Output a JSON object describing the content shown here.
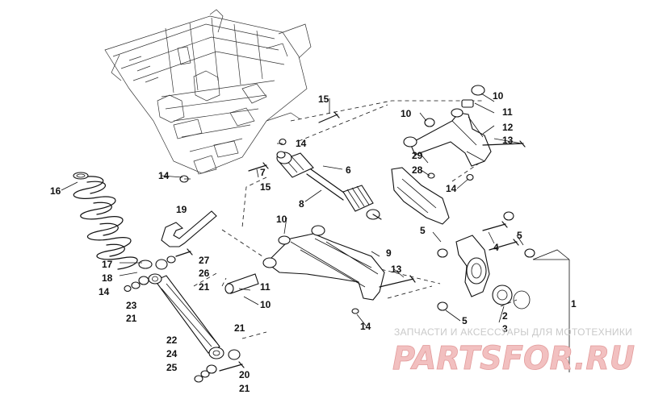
{
  "callouts": {
    "c1": "1",
    "c2": "2",
    "c3": "3",
    "c4": "4",
    "c5a": "5",
    "c5b": "5",
    "c5c": "5",
    "c6": "6",
    "c7": "7",
    "c8": "8",
    "c9": "9",
    "c10a": "10",
    "c10b": "10",
    "c10c": "10",
    "c10d": "10",
    "c11a": "11",
    "c11b": "11",
    "c12": "12",
    "c13a": "13",
    "c13b": "13",
    "c14a": "14",
    "c14b": "14",
    "c14c": "14",
    "c14d": "14",
    "c14e": "14",
    "c15a": "15",
    "c15b": "15",
    "c16": "16",
    "c17": "17",
    "c18": "18",
    "c19": "19",
    "c20": "20",
    "c21a": "21",
    "c21b": "21",
    "c21c": "21",
    "c21d": "21",
    "c22": "22",
    "c23": "23",
    "c24": "24",
    "c25": "25",
    "c26": "26",
    "c27": "27",
    "c28": "28",
    "c29": "29"
  },
  "watermark": {
    "caption": "ЗАПЧАСТИ И АКСЕССУАРЫ ДЛЯ МОТОТЕХНИКИ",
    "logo": "PARTSFOR.RU"
  }
}
